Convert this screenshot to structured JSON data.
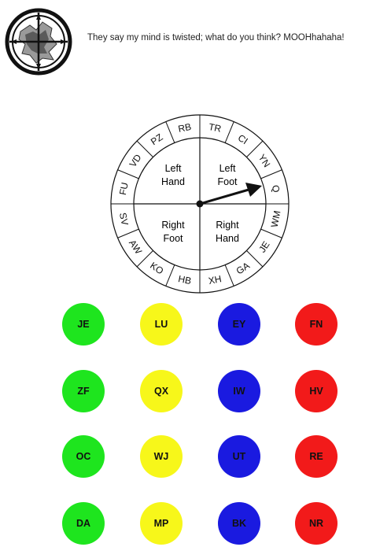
{
  "tagline": "They say my mind is twisted; what do you think? MOOHhahaha!",
  "spinner": {
    "quadrants": [
      {
        "line1": "Left",
        "line2": "Hand"
      },
      {
        "line1": "Left",
        "line2": "Foot"
      },
      {
        "line1": "Right",
        "line2": "Foot"
      },
      {
        "line1": "Right",
        "line2": "Hand"
      }
    ],
    "ring_labels": [
      "TR",
      "CI",
      "YN",
      "Q",
      "WM",
      "JE",
      "GA",
      "XH",
      "HB",
      "KO",
      "AW",
      "SV",
      "FU",
      "VD",
      "PZ",
      "RB"
    ],
    "pointer_label": "Q"
  },
  "colors": {
    "green": "#1ee51e",
    "yellow": "#f7f71a",
    "blue": "#1a1ae0",
    "red": "#f21a1a"
  },
  "grid": [
    [
      {
        "code": "JE",
        "color": "green"
      },
      {
        "code": "LU",
        "color": "yellow"
      },
      {
        "code": "EY",
        "color": "blue"
      },
      {
        "code": "FN",
        "color": "red"
      }
    ],
    [
      {
        "code": "ZF",
        "color": "green"
      },
      {
        "code": "QX",
        "color": "yellow"
      },
      {
        "code": "IW",
        "color": "blue"
      },
      {
        "code": "HV",
        "color": "red"
      }
    ],
    [
      {
        "code": "OC",
        "color": "green"
      },
      {
        "code": "WJ",
        "color": "yellow"
      },
      {
        "code": "UT",
        "color": "blue"
      },
      {
        "code": "RE",
        "color": "red"
      }
    ],
    [
      {
        "code": "DA",
        "color": "green"
      },
      {
        "code": "MP",
        "color": "yellow"
      },
      {
        "code": "BK",
        "color": "blue"
      },
      {
        "code": "NR",
        "color": "red"
      }
    ]
  ]
}
